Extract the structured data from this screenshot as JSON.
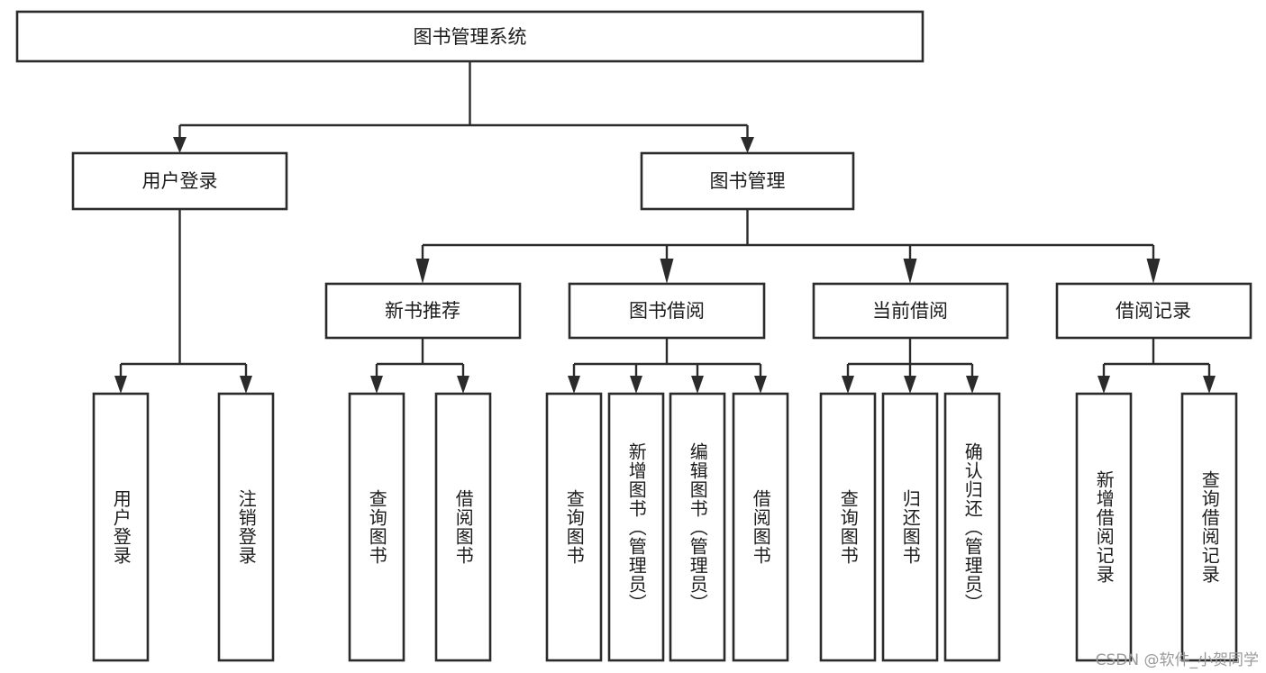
{
  "diagram": {
    "type": "tree",
    "title": "图书管理系统",
    "watermark": "CSDN @软件_小贺同学",
    "colors": {
      "box_stroke": "#2b2b2b",
      "box_fill": "#ffffff",
      "text": "#1c1c1c",
      "background": "#ffffff",
      "watermark": "#9a9a9a"
    },
    "root": {
      "label": "图书管理系统"
    },
    "level2": [
      {
        "label": "用户登录"
      },
      {
        "label": "图书管理"
      }
    ],
    "level3": [
      {
        "label": "新书推荐"
      },
      {
        "label": "图书借阅"
      },
      {
        "label": "当前借阅"
      },
      {
        "label": "借阅记录"
      }
    ],
    "leaves": {
      "user_login": [
        {
          "label": "用户登录"
        },
        {
          "label": "注销登录"
        }
      ],
      "new_book_recommend": [
        {
          "label": "查询图书"
        },
        {
          "label": "借阅图书"
        }
      ],
      "book_borrow": [
        {
          "label": "查询图书"
        },
        {
          "label": "新增图书（管理员）"
        },
        {
          "label": "编辑图书（管理员）"
        },
        {
          "label": "借阅图书"
        }
      ],
      "current_borrow": [
        {
          "label": "查询图书"
        },
        {
          "label": "归还图书"
        },
        {
          "label": "确认归还（管理员）"
        }
      ],
      "borrow_record": [
        {
          "label": "新增借阅记录"
        },
        {
          "label": "查询借阅记录"
        }
      ]
    }
  }
}
